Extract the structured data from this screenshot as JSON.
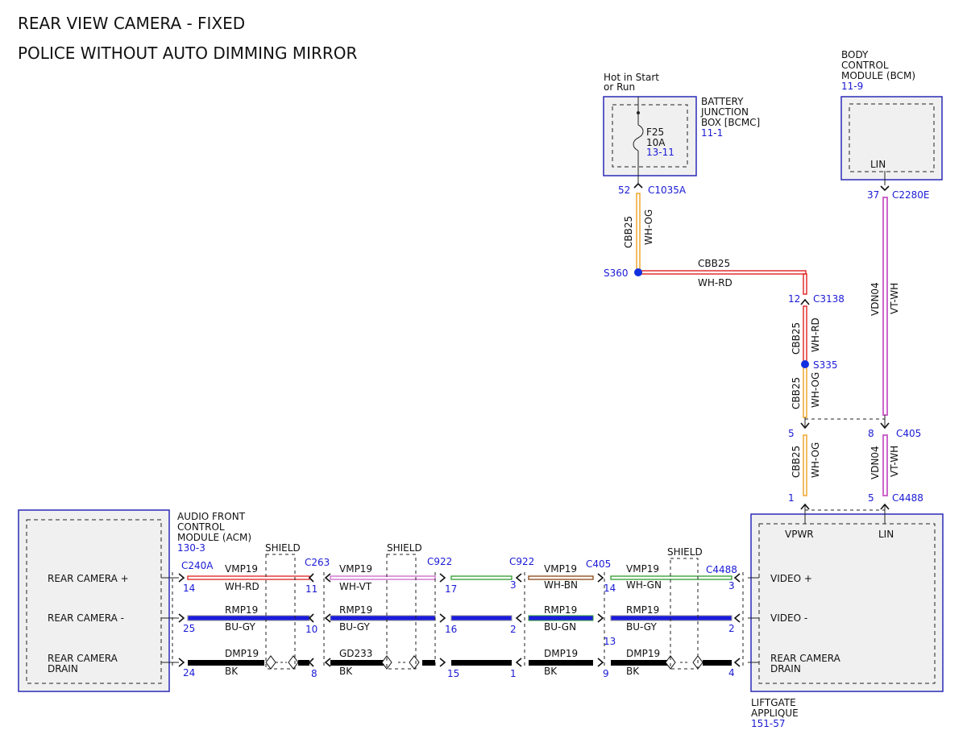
{
  "title": {
    "line1": "REAR VIEW CAMERA - FIXED",
    "line2": "POLICE WITHOUT AUTO DIMMING MIRROR"
  },
  "modules": {
    "bjb": {
      "power_line1": "Hot in Start",
      "power_line2": "or Run",
      "name_line1": "BATTERY",
      "name_line2": "JUNCTION",
      "name_line3": "BOX [BCMC]",
      "ref": "11-1",
      "fuse_name": "F25",
      "fuse_rating": "10A",
      "fuse_ref": "13-11"
    },
    "bcm": {
      "name_line1": "BODY",
      "name_line2": "CONTROL",
      "name_line3": "MODULE (BCM)",
      "ref": "11-9",
      "pin_label": "LIN"
    },
    "acm": {
      "name_line1": "AUDIO FRONT",
      "name_line2": "CONTROL",
      "name_line3": "MODULE (ACM)",
      "ref": "130-3",
      "pin_video_plus": "REAR CAMERA +",
      "pin_video_minus": "REAR CAMERA -",
      "pin_drain_line1": "REAR CAMERA",
      "pin_drain_line2": "DRAIN"
    },
    "liftgate": {
      "name_line1": "LIFTGATE",
      "name_line2": "APPLIQUE",
      "ref": "151-57",
      "pin_vpwr": "VPWR",
      "pin_lin": "LIN",
      "pin_video_plus": "VIDEO +",
      "pin_video_minus": "VIDEO -",
      "pin_drain_line1": "REAR CAMERA",
      "pin_drain_line2": "DRAIN"
    }
  },
  "splices": {
    "s360": "S360",
    "s335": "S335"
  },
  "connectors": {
    "c1035a": "C1035A",
    "c1035a_pin": "52",
    "c2280e": "C2280E",
    "c2280e_pin": "37",
    "c3138": "C3138",
    "c3138_pin": "12",
    "c405_top": "C405",
    "c405_top_pin_left": "5",
    "c405_top_pin_right": "8",
    "c4488_top": "C4488",
    "c4488_top_pin_left": "1",
    "c4488_top_pin_right": "5",
    "c240a": "C240A",
    "c240a_pin1": "14",
    "c240a_pin2": "25",
    "c240a_pin3": "24",
    "c263": "C263",
    "c263_pin1": "11",
    "c263_pin2": "10",
    "c263_pin3": "8",
    "c922a": "C922",
    "c922a_pin1": "17",
    "c922a_pin2": "16",
    "c922a_pin3": "15",
    "c922b": "C922",
    "c922b_pin1": "3",
    "c922b_pin2": "2",
    "c922b_pin3": "1",
    "c405_bot": "C405",
    "c405_bot_pin1": "14",
    "c405_bot_pin2": "13",
    "c405_bot_pin3": "9",
    "c4488_bot": "C4488",
    "c4488_bot_pin1": "3",
    "c4488_bot_pin2": "2",
    "c4488_bot_pin3": "4"
  },
  "shield_label": "SHIELD",
  "wires": {
    "bjb_down": {
      "circuit": "CBB25",
      "color": "WH-OG"
    },
    "s360_right": {
      "circuit": "CBB25",
      "color": "WH-RD"
    },
    "c3138_s335": {
      "circuit": "CBB25",
      "color": "WH-RD"
    },
    "s335_c405": {
      "circuit": "CBB25",
      "color": "WH-OG"
    },
    "c405_c4488_left": {
      "circuit": "CBB25",
      "color": "WH-OG"
    },
    "bcm_down": {
      "circuit": "VDN04",
      "color": "VT-WH"
    },
    "c405_c4488_right": {
      "circuit": "VDN04",
      "color": "VT-WH"
    },
    "seg1_plus": {
      "circuit": "VMP19",
      "color": "WH-RD"
    },
    "seg1_minus": {
      "circuit": "RMP19",
      "color": "BU-GY"
    },
    "seg1_drain": {
      "circuit": "DMP19",
      "color": "BK"
    },
    "seg2_plus": {
      "circuit": "VMP19",
      "color": "WH-VT"
    },
    "seg2_minus": {
      "circuit": "RMP19",
      "color": "BU-GY"
    },
    "seg2_drain": {
      "circuit": "GD233",
      "color": "BK"
    },
    "seg4_plus": {
      "circuit": "VMP19",
      "color": "WH-BN"
    },
    "seg4_minus": {
      "circuit": "RMP19",
      "color": "BU-GN"
    },
    "seg4_drain": {
      "circuit": "DMP19",
      "color": "BK"
    },
    "seg5_plus": {
      "circuit": "VMP19",
      "color": "WH-GN"
    },
    "seg5_minus": {
      "circuit": "RMP19",
      "color": "BU-GY"
    },
    "seg5_drain": {
      "circuit": "DMP19",
      "color": "BK"
    }
  },
  "colors": {
    "module_border": "#2a2ab8",
    "ref_text": "#1a1ad6",
    "splice_dot": "#1030e0",
    "wire_white": "#ffffff",
    "wire_orange": "#f0a020",
    "wire_red": "#e02020",
    "wire_violet": "#cc66cc",
    "wire_brown": "#8b4513",
    "wire_green": "#2e9b2e",
    "wire_blue": "#1a1ae0",
    "wire_grey": "#909090",
    "wire_black": "#000000"
  }
}
